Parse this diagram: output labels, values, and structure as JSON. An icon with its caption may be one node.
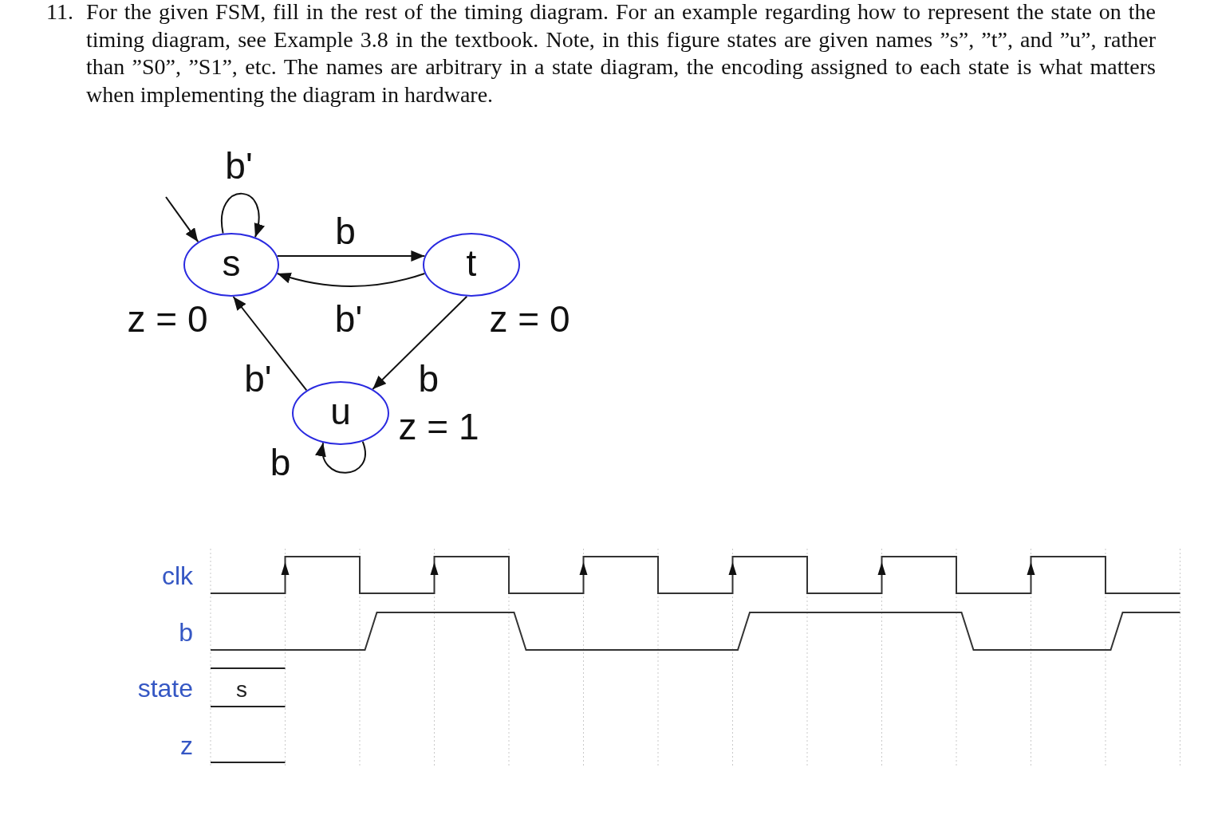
{
  "diagram": {
    "nodes": [
      {
        "text": [
          "s"
        ],
        "beside": [
          "z = 0"
        ]
      },
      {
        "text": [
          "t"
        ],
        "beside": [
          "z = 0"
        ]
      },
      {
        "text": [
          "u"
        ],
        "beside": [
          "z = 1"
        ]
      }
    ],
    "edges": [
      {
        "from": null,
        "to": 0,
        "arrow": "to"
      },
      {
        "from": 0,
        "to": 0,
        "label": "b'",
        "arrow": "to"
      },
      {
        "from": 0,
        "to": 1,
        "label": "b",
        "arrow": "to"
      },
      {
        "from": 1,
        "to": 0,
        "label": "b'",
        "arrow": "to"
      },
      {
        "from": 1,
        "to": 2,
        "label": "b",
        "arrow": "to"
      },
      {
        "from": 2,
        "to": 0,
        "label": "b'",
        "arrow": "to"
      },
      {
        "from": 2,
        "to": 2,
        "label": "b",
        "arrow": "to"
      }
    ],
    "labels": [
      "11.",
      "For the given FSM, fill in the rest of the timing diagram. For an example regarding how to represent the state on the timing diagram, see Example 3.8 in the textbook. Note, in this figure states are given names ”s”, ”t”, and ”u”, rather than ”S0”, ”S1”, etc. The names are arbitrary in a state diagram, the encoding assigned to each state is what matters when implementing the diagram in hardware.",
      "clk",
      "b",
      "state",
      "s",
      "z"
    ]
  }
}
